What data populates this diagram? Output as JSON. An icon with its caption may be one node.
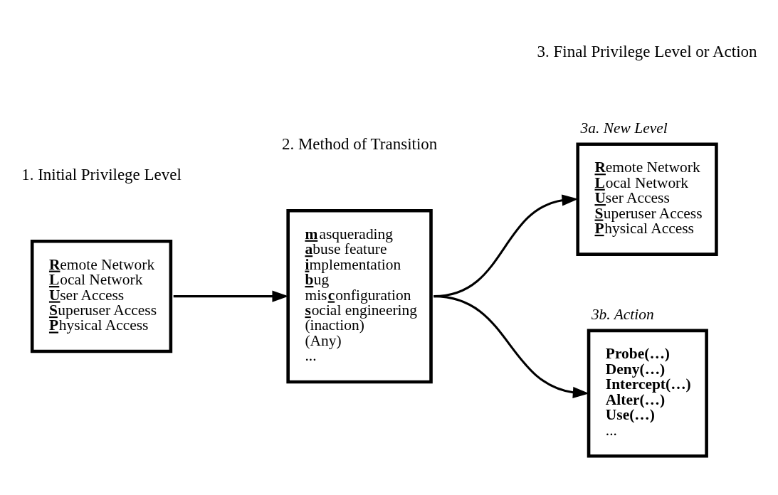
{
  "diagram": {
    "nodes": [
      {
        "text": [
          "**R**emote Network",
          "**L**ocal Network",
          "**U**ser Access",
          "**S**uperuser Access",
          "**P**hysical Access"
        ]
      },
      {
        "text": [
          "**m**asquerading",
          "**a**buse feature",
          "**i**mplementation",
          "**b**ug",
          "mis**c**onfiguration",
          "**s**ocial engineering",
          "(inaction)",
          "(Any)",
          "..."
        ]
      },
      {
        "text": [
          "3a. New Level",
          "**R**emote Network",
          "**L**ocal Network",
          "**U**ser Access",
          "**S**uperuser Access",
          "**P**hysical Access"
        ]
      },
      {
        "text": [
          "3b. Action",
          "Probe(…)",
          "Deny(…)",
          "Intercept(…)",
          "Alter(…)",
          "Use(…)",
          "..."
        ]
      }
    ],
    "edges": [
      {
        "from": 0,
        "to": 1,
        "arrow": "to"
      },
      {
        "from": 1,
        "to": 2,
        "arrow": "to"
      },
      {
        "from": 1,
        "to": 3,
        "arrow": "to"
      }
    ],
    "labels": [
      "1. Initial Privilege Level",
      "2. Method of Transition",
      "3. Final Privilege Level or Action"
    ]
  }
}
